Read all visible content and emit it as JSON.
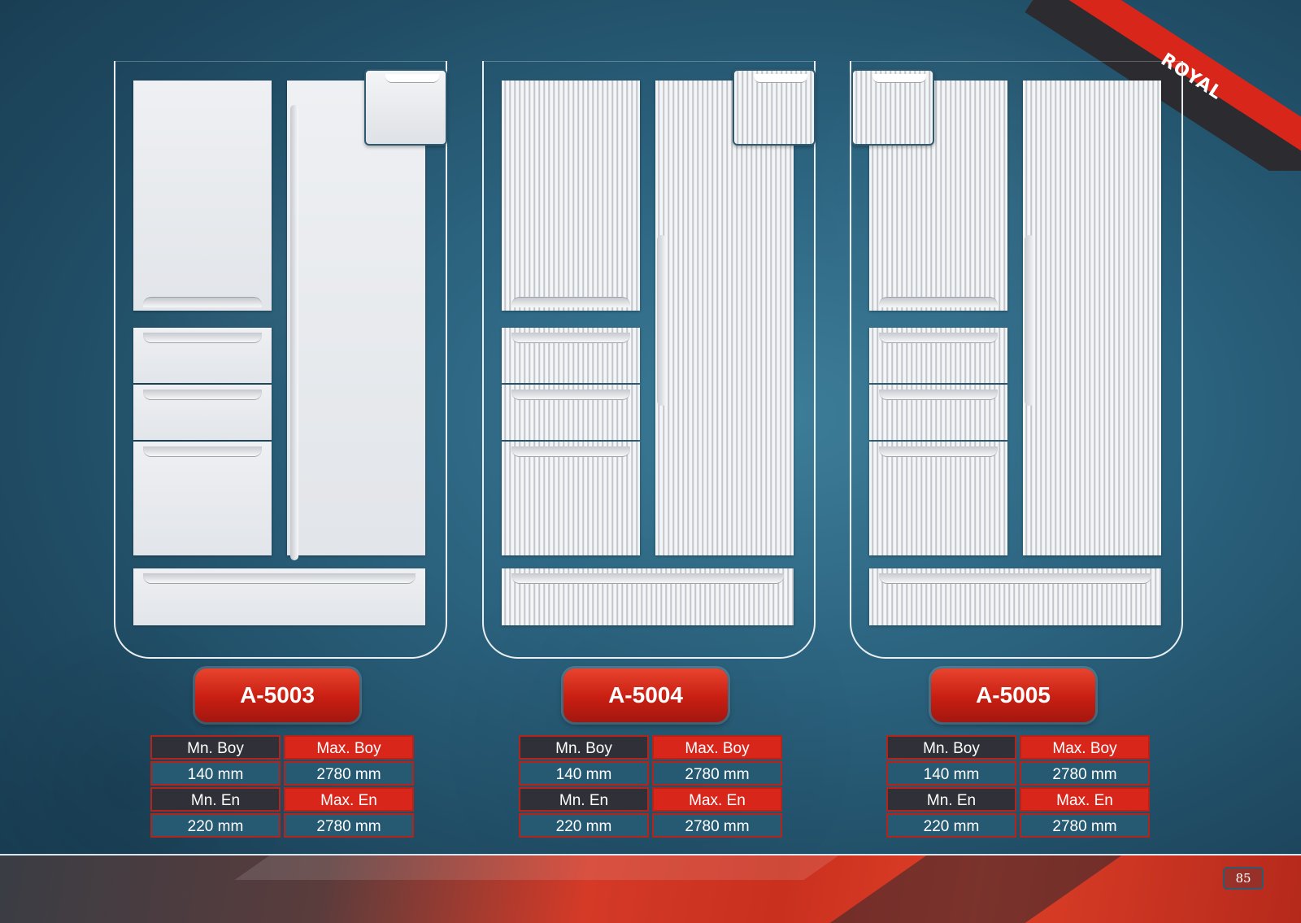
{
  "brand": {
    "ribbon_label": "ROYAL"
  },
  "products": [
    {
      "model": "A-5003",
      "finish": "flat",
      "specs": {
        "min_height_label": "Mn. Boy",
        "max_height_label": "Max. Boy",
        "min_height": "140 mm",
        "max_height": "2780 mm",
        "min_width_label": "Mn. En",
        "max_width_label": "Max. En",
        "min_width": "220 mm",
        "max_width": "2780 mm"
      }
    },
    {
      "model": "A-5004",
      "finish": "ribbed",
      "specs": {
        "min_height_label": "Mn. Boy",
        "max_height_label": "Max. Boy",
        "min_height": "140 mm",
        "max_height": "2780 mm",
        "min_width_label": "Mn. En",
        "max_width_label": "Max. En",
        "min_width": "220 mm",
        "max_width": "2780 mm"
      }
    },
    {
      "model": "A-5005",
      "finish": "ribbed",
      "specs": {
        "min_height_label": "Mn. Boy",
        "max_height_label": "Max. Boy",
        "min_height": "140 mm",
        "max_height": "2780 mm",
        "min_width_label": "Mn. En",
        "max_width_label": "Max. En",
        "min_width": "220 mm",
        "max_width": "2780 mm"
      }
    }
  ],
  "footer": {
    "page_number": "85"
  },
  "colors": {
    "accent_red": "#d8261b",
    "dark_header": "#2f3038",
    "value_cell": "#265a73"
  }
}
